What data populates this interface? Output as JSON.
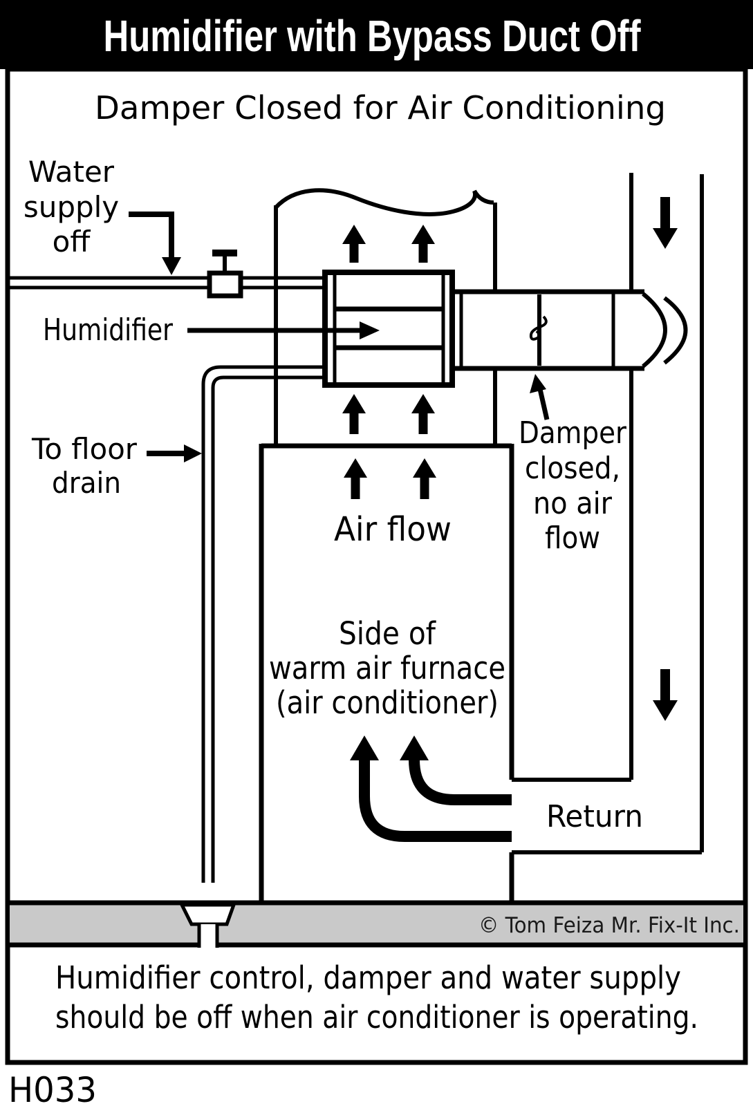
{
  "figure": {
    "title": "Humidifier with Bypass Duct Off",
    "subtitle": "Damper Closed for Air Conditioning",
    "figure_id": "H033",
    "copyright": "© Tom Feiza Mr. Fix-It Inc.",
    "caption_line1": "Humidifier control, damper and water supply",
    "caption_line2": "should be off when air conditioner is operating."
  },
  "labels": {
    "water_supply_line1": "Water",
    "water_supply_line2": "supply",
    "water_supply_line3": "off",
    "humidifier": "Humidifier",
    "floor_drain_line1": "To floor",
    "floor_drain_line2": "drain",
    "air_flow": "Air flow",
    "furnace_line1": "Side of",
    "furnace_line2": "warm air furnace",
    "furnace_line3": "(air conditioner)",
    "damper_line1": "Damper",
    "damper_line2": "closed,",
    "damper_line3": "no air",
    "damper_line4": "flow",
    "return_duct": "Return"
  },
  "colors": {
    "ink": "#000000",
    "background": "#ffffff",
    "title_bar_bg": "#000000",
    "title_text": "#ffffff",
    "floor_strip": "#c9c9c9"
  }
}
